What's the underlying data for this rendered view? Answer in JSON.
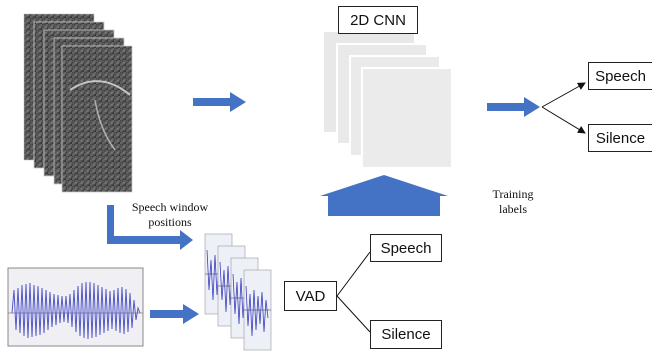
{
  "diagram": {
    "cnn_label": "2D CNN",
    "output_speech": "Speech",
    "output_silence": "Silence",
    "training_labels": "Training labels",
    "speech_window_positions": "Speech window positions",
    "vad_label": "VAD",
    "vad_speech": "Speech",
    "vad_silence": "Silence"
  },
  "colors": {
    "arrow_blue": "#4472c4",
    "cnn_layer_fill": "#e8e8e8",
    "waveform_blue": "#3a3fc0"
  },
  "icons": [
    "ultrasound-frame-stack",
    "waveform-image",
    "spectrogram-window-stack"
  ]
}
